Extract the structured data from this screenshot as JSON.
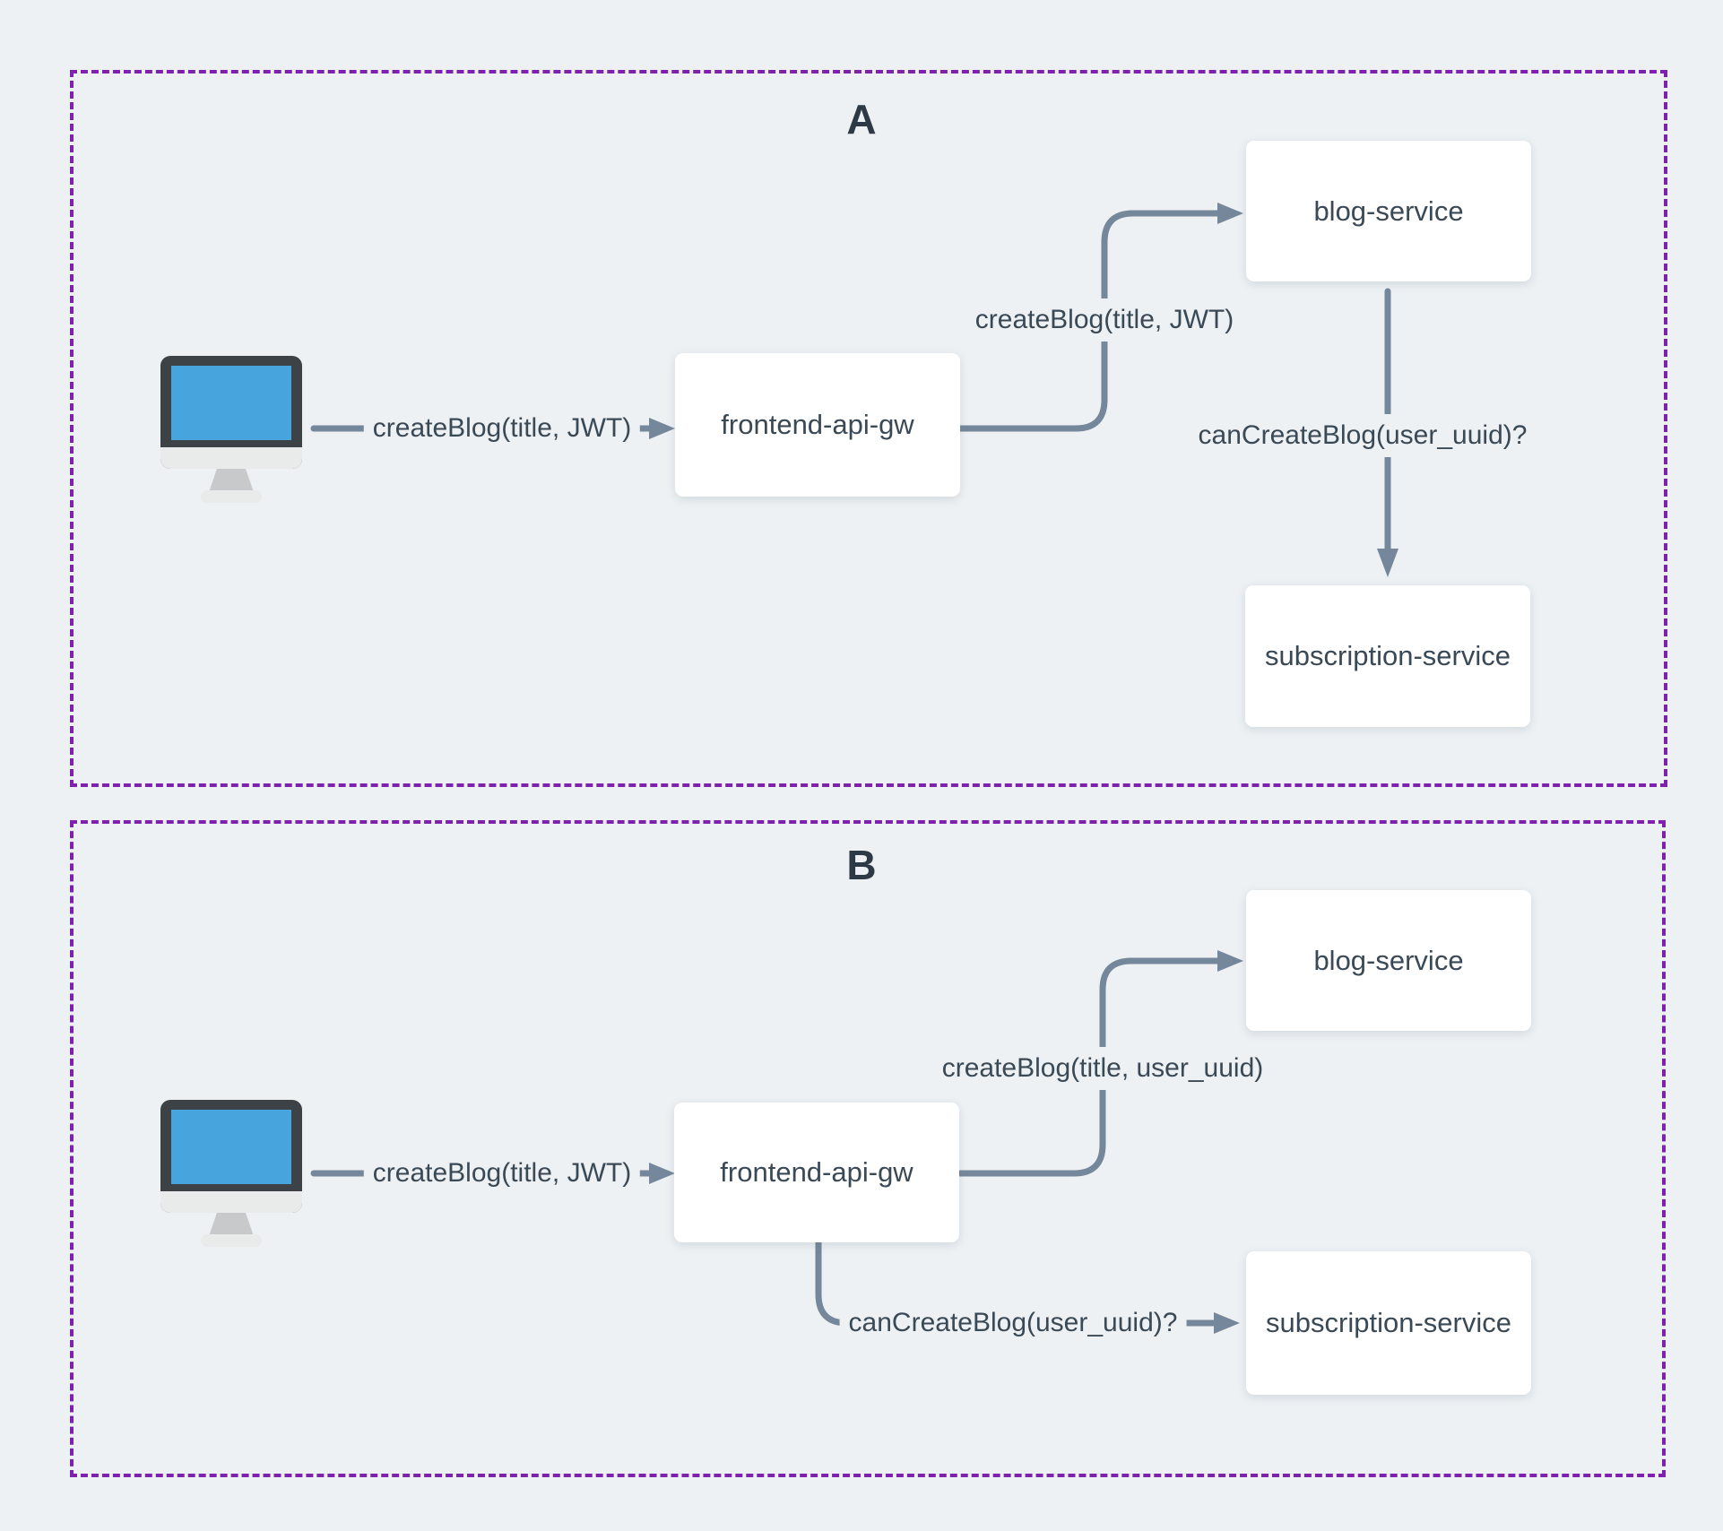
{
  "sections": [
    {
      "id": "A",
      "label": "A",
      "icons": {
        "client": "desktop-computer-icon"
      },
      "nodes": {
        "gateway": "frontend-api-gw",
        "blog": "blog-service",
        "subscription": "subscription-service"
      },
      "edges": {
        "client_to_gateway": "createBlog(title, JWT)",
        "gateway_to_blog": "createBlog(title, JWT)",
        "blog_to_subscription": "canCreateBlog(user_uuid)?"
      }
    },
    {
      "id": "B",
      "label": "B",
      "icons": {
        "client": "desktop-computer-icon"
      },
      "nodes": {
        "gateway": "frontend-api-gw",
        "blog": "blog-service",
        "subscription": "subscription-service"
      },
      "edges": {
        "client_to_gateway": "createBlog(title, JWT)",
        "gateway_to_blog": "createBlog(title, user_uuid)",
        "gateway_to_subscription": "canCreateBlog(user_uuid)?"
      }
    }
  ],
  "colors": {
    "background": "#EDF1F4",
    "panel_border": "#7E22AE",
    "connector": "#75879A",
    "node_background": "#FFFFFF",
    "text": "#3A4956",
    "heading": "#2D3A46",
    "monitor_frame": "#3D4247",
    "monitor_screen": "#47A4DD",
    "monitor_stand": "#C7C9CA",
    "monitor_base": "#E9EAEA"
  }
}
